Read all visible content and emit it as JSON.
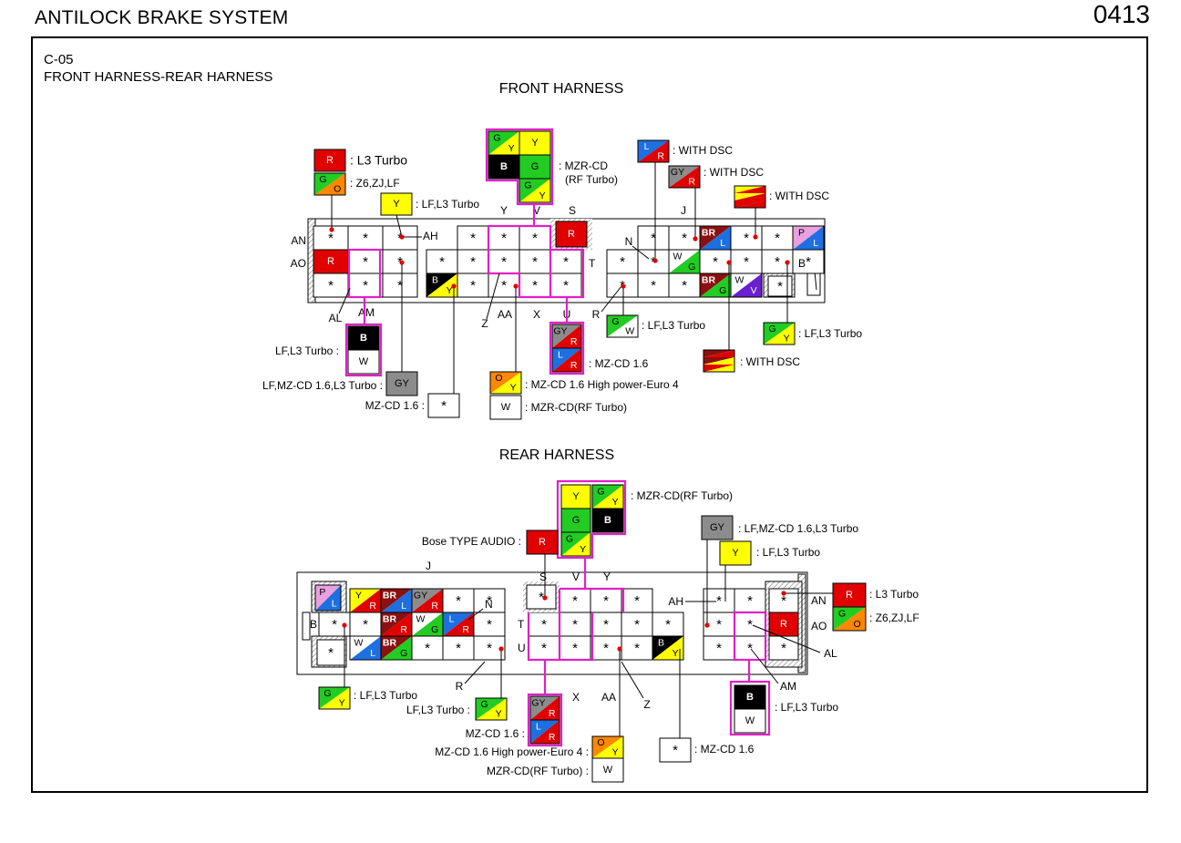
{
  "header": {
    "title": "ANTILOCK BRAKE SYSTEM",
    "page": "0413"
  },
  "connector": {
    "code": "C-05",
    "name": "FRONT HARNESS-REAR HARNESS"
  },
  "colors": {
    "R": "#e00000",
    "G": "#22cc22",
    "Y": "#ffff00",
    "B": "#000000",
    "W": "#ffffff",
    "L": "#1e6fe0",
    "O": "#ff8800",
    "GY": "#8c8c8c",
    "BR": "#8b1010",
    "P": "#e8a0e0",
    "V": "#6a1fd0",
    "magenta": "#e020c8"
  },
  "front": {
    "title": "FRONT HARNESS",
    "pins": [
      "AN",
      "AO",
      "AH",
      "AL",
      "AM",
      "Y",
      "V",
      "S",
      "T",
      "Z",
      "AA",
      "X",
      "U",
      "J",
      "N",
      "B",
      "R"
    ],
    "notes": [
      ": L3 Turbo",
      ": Z6,ZJ,LF",
      ": LF,L3 Turbo",
      ": MZR-CD",
      "(RF Turbo)",
      ": WITH DSC",
      ": WITH DSC",
      ": WITH DSC",
      ": LF,L3 Turbo",
      ": LF,L3 Turbo",
      ": WITH DSC",
      ": MZ-CD 1.6",
      ": MZ-CD 1.6 High power-Euro 4",
      ": MZR-CD(RF Turbo)",
      "LF,L3 Turbo :",
      "LF,MZ-CD 1.6,L3 Turbo :",
      "MZ-CD 1.6 :"
    ]
  },
  "rear": {
    "title": "REAR HARNESS",
    "pins": [
      "J",
      "S",
      "V",
      "Y",
      "N",
      "AH",
      "AN",
      "AO",
      "B",
      "T",
      "U",
      "AL",
      "AM",
      "R",
      "X",
      "AA",
      "Z"
    ],
    "notes": [
      ": MZR-CD(RF Turbo)",
      "Bose TYPE AUDIO :",
      ": LF,MZ-CD 1.6,L3 Turbo",
      ": LF,L3 Turbo",
      ": L3 Turbo",
      ": Z6,ZJ,LF",
      ": LF,L3 Turbo",
      "LF,L3 Turbo :",
      ": LF,L3 Turbo",
      "MZ-CD 1.6 :",
      "MZ-CD 1.6 High power-Euro 4 :",
      "MZR-CD(RF Turbo) :",
      ": MZ-CD 1.6"
    ]
  }
}
